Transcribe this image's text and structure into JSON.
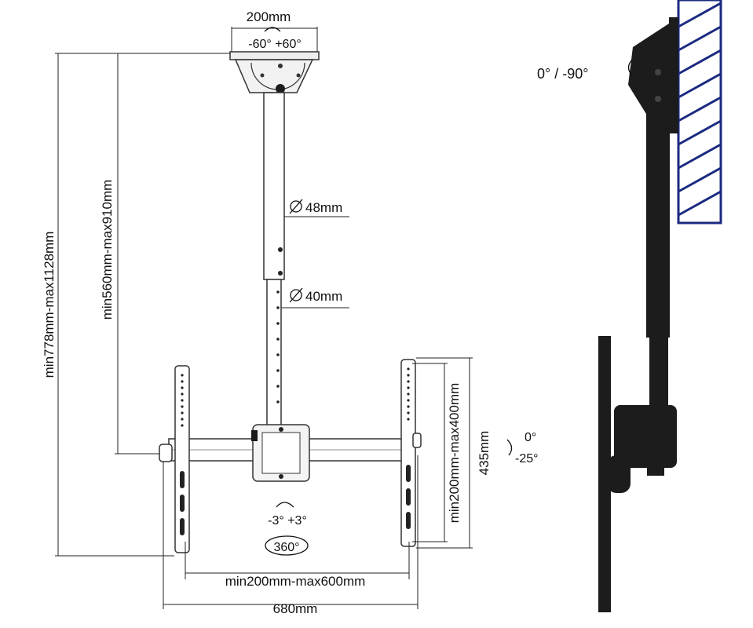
{
  "labels": {
    "top_width": "200mm",
    "swivel_top": "-60° +60°",
    "pole_upper_dia": "48mm",
    "pole_lower_dia": "40mm",
    "height_total": "min778mm-max1128mm",
    "height_pole": "min560mm-max910mm",
    "vesa_height": "min200mm-max400mm",
    "bracket_height": "435mm",
    "tilt_front_a": "0°",
    "tilt_front_b": "-25°",
    "level_adjust": "-3° +3°",
    "rotation": "360°",
    "vesa_width": "min200mm-max600mm",
    "overall_width": "680mm",
    "side_tilt": "0° / -90°"
  },
  "colors": {
    "metal": "#1c1c1c",
    "line": "#222222",
    "ceiling_hatch": "#1a2a80",
    "outline": "#333333"
  },
  "icons": {
    "diameter": "diameter-icon",
    "rotate": "rotate-arrow-icon",
    "tilt": "tilt-arrow-icon"
  }
}
